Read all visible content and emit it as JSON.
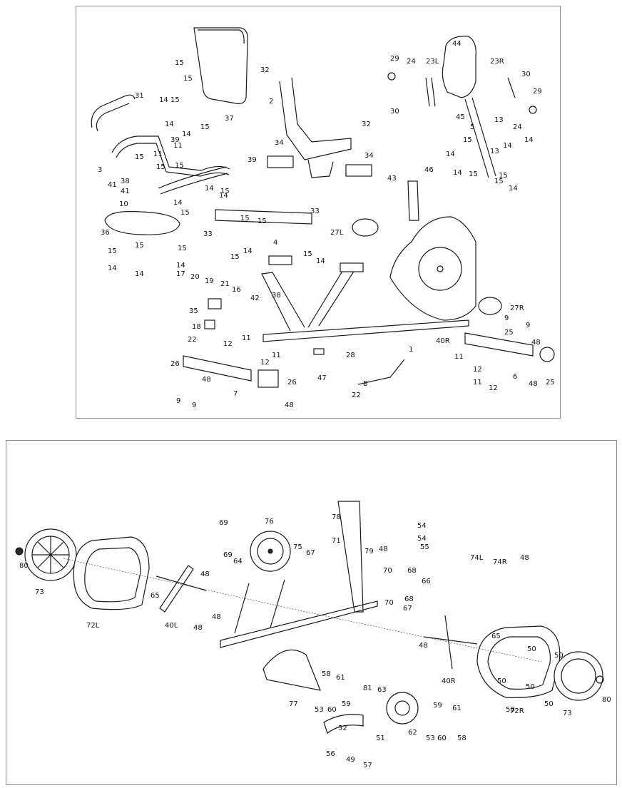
{
  "top_callouts": [
    "15",
    "15",
    "15",
    "14",
    "14",
    "14",
    "15",
    "37",
    "31",
    "32",
    "2",
    "32",
    "34",
    "34",
    "29",
    "24",
    "23L",
    "44",
    "23R",
    "30",
    "30",
    "29",
    "45",
    "24",
    "13",
    "5",
    "15",
    "14",
    "15",
    "13",
    "14",
    "14",
    "15",
    "14",
    "14",
    "15",
    "3",
    "11",
    "11",
    "39",
    "39",
    "41",
    "38",
    "41",
    "15",
    "15",
    "15",
    "10",
    "14",
    "14",
    "15",
    "15",
    "14",
    "15",
    "15",
    "33",
    "4",
    "15",
    "14",
    "15",
    "14",
    "27L",
    "33",
    "36",
    "15",
    "15",
    "15",
    "14",
    "14",
    "14",
    "17",
    "20",
    "19",
    "21",
    "16",
    "42",
    "38",
    "35",
    "18",
    "22",
    "12",
    "11",
    "12",
    "11",
    "26",
    "48",
    "26",
    "9",
    "9",
    "7",
    "48",
    "47",
    "28",
    "1",
    "8",
    "22",
    "40R",
    "27R",
    "9",
    "9",
    "25",
    "48",
    "25",
    "11",
    "12",
    "6",
    "11",
    "12",
    "48",
    "43",
    "46"
  ],
  "bottom_callouts": [
    "80",
    "73",
    "72L",
    "65",
    "40L",
    "48",
    "48",
    "48",
    "69",
    "69",
    "64",
    "76",
    "75",
    "67",
    "71",
    "78",
    "79",
    "48",
    "70",
    "68",
    "66",
    "67",
    "70",
    "68",
    "48",
    "54",
    "54",
    "55",
    "74L",
    "74R",
    "48",
    "40R",
    "65",
    "50",
    "50",
    "50",
    "50",
    "72R",
    "50",
    "50",
    "73",
    "80",
    "77",
    "58",
    "53",
    "60",
    "61",
    "59",
    "81",
    "63",
    "62",
    "59",
    "61",
    "53",
    "60",
    "58",
    "52",
    "51",
    "56",
    "49",
    "57"
  ]
}
